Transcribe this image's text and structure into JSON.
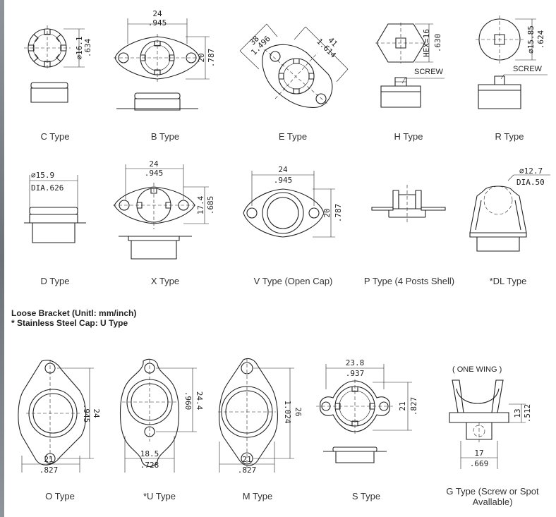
{
  "types": {
    "c": {
      "caption": "C Type",
      "dims": [
        ".634",
        "⌀16.1"
      ]
    },
    "b": {
      "caption": "B Type",
      "dims": [
        "24",
        ".945",
        "20",
        ".787"
      ]
    },
    "e": {
      "caption": "E Type",
      "dims": [
        "38",
        "1.496",
        "41",
        "1.614"
      ]
    },
    "h": {
      "caption": "H Type",
      "dims": [
        "HEX=16",
        ".630",
        "SCREW"
      ]
    },
    "r": {
      "caption": "R Type",
      "dims": [
        "⌀15.85",
        ".624",
        "SCREW"
      ]
    },
    "d": {
      "caption": "D Type",
      "dims": [
        "⌀15.9",
        "DIA.626"
      ]
    },
    "x": {
      "caption": "X Type",
      "dims": [
        "24",
        ".945",
        "17.4",
        ".685"
      ]
    },
    "v": {
      "caption": "V Type (Open Cap)",
      "dims": [
        "24",
        ".945",
        "20",
        ".787"
      ]
    },
    "p": {
      "caption": "P Type (4 Posts Shell)",
      "dims": []
    },
    "dl": {
      "caption": "*DL Type",
      "dims": [
        "⌀12.7",
        "DIA.50"
      ]
    },
    "o": {
      "caption": "O Type",
      "dims": [
        "24",
        ".945",
        "21",
        ".827"
      ]
    },
    "u": {
      "caption": "*U Type",
      "dims": [
        "24.4",
        ".960",
        "18.5",
        ".728"
      ]
    },
    "m": {
      "caption": "M Type",
      "dims": [
        "26",
        "1.024",
        "21",
        ".827"
      ]
    },
    "s": {
      "caption": "S Type",
      "dims": [
        "23.8",
        ".937",
        "21",
        ".827"
      ]
    },
    "g": {
      "caption": "G Type (Screw or Spot Avallable)",
      "dims": [
        "( ONE WING )",
        "13",
        ".512",
        "17",
        ".669"
      ]
    }
  },
  "notes": {
    "loose_bracket": "Loose Bracket (Unitl: mm/inch)",
    "stainless": "* Stainless Steel Cap: U Type"
  }
}
